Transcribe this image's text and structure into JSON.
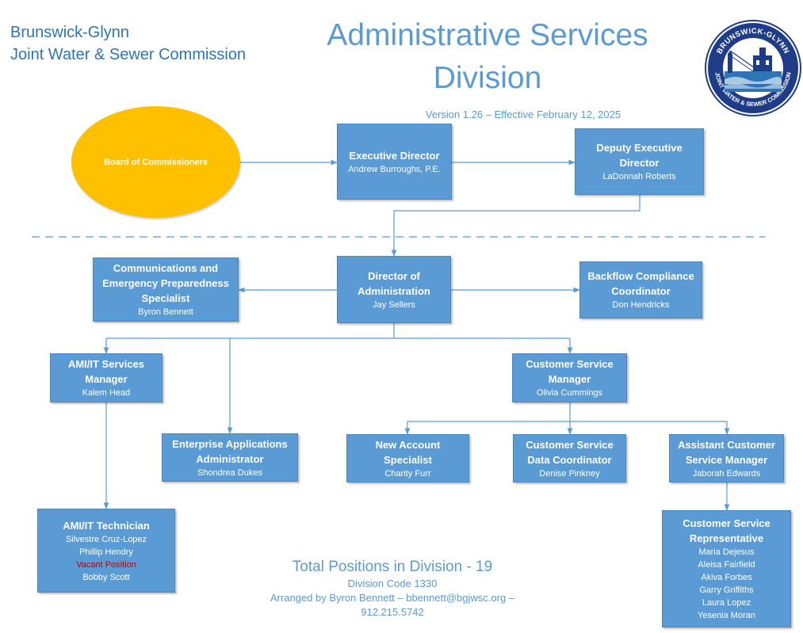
{
  "header": {
    "org_line1": "Brunswick-Glynn",
    "org_line2": "Joint Water & Sewer Commission",
    "title_line1": "Administrative Services",
    "title_line2": "Division",
    "version": "Version 1.26 – Effective February 12, 2025"
  },
  "seal": {
    "text_top": "BRUNSWICK-GLYNN",
    "text_bottom": "JOINT WATER & SEWER COMMISSION"
  },
  "colors": {
    "box_fill": "#5b9bd5",
    "board_fill": "#ffc000",
    "connector": "#5b9bd5",
    "vacant_text": "#c00000"
  },
  "nodes": {
    "board": {
      "title": "Board of Commissioners"
    },
    "exec": {
      "title": "Executive Director",
      "name": "Andrew Burroughs, P.E."
    },
    "deputy": {
      "title_line1": "Deputy Executive",
      "title_line2": "Director",
      "name": "LaDonnah Roberts"
    },
    "comms": {
      "title_line1": "Communications and",
      "title_line2": "Emergency Preparedness",
      "title_line3": "Specialist",
      "name": "Byron Bennett"
    },
    "dir_admin": {
      "title_line1": "Director of",
      "title_line2": "Administration",
      "name": "Jay Sellers"
    },
    "backflow": {
      "title_line1": "Backflow Compliance",
      "title_line2": "Coordinator",
      "name": "Don Hendricks"
    },
    "ami_mgr": {
      "title_line1": "AMI/IT Services",
      "title_line2": "Manager",
      "name": "Kalem Head"
    },
    "cs_mgr": {
      "title_line1": "Customer Service",
      "title_line2": "Manager",
      "name": "Olivia Cummings"
    },
    "enterprise": {
      "title_line1": "Enterprise Applications",
      "title_line2": "Administrator",
      "name": "Shondrea Dukes"
    },
    "new_account": {
      "title_line1": "New Account",
      "title_line2": "Specialist",
      "name": "Charity Furr"
    },
    "cs_data": {
      "title_line1": "Customer Service",
      "title_line2": "Data Coordinator",
      "name": "Denise Pinkney"
    },
    "asst_cs": {
      "title_line1": "Assistant Customer",
      "title_line2": "Service Manager",
      "name": "Jaborah Edwards"
    },
    "ami_tech": {
      "title": "AMI/IT Technician",
      "names": [
        "Silvestre Cruz-Lopez",
        "Phillip Hendry",
        "Vacant Position",
        "Bobby Scott"
      ]
    },
    "csr": {
      "title_line1": "Customer Service",
      "title_line2": "Representative",
      "names": [
        "Maria Dejesus",
        "Aleisa Fairfield",
        "Akiva Forbes",
        "Garry Griffiths",
        "Laura Lopez",
        "Yesenia Moran"
      ]
    }
  },
  "footer": {
    "total": "Total Positions in Division - 19",
    "code": "Division Code 1330",
    "arranged_line1": "Arranged by Byron Bennett – bbennett@bgjwsc.org –",
    "arranged_line2": "912.215.5742"
  }
}
